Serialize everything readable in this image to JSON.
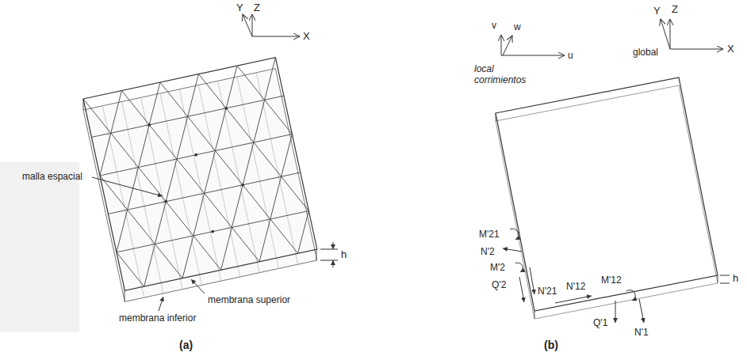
{
  "diagram": {
    "labels": [
      "Y",
      "Z",
      "X",
      "malla espacial",
      "h",
      "membrana superior",
      "membrana inferior",
      "(a)",
      "v",
      "w",
      "u",
      "local corrimientos",
      "Y",
      "Z",
      "global",
      "X",
      "h",
      "M'21",
      "N'2",
      "M'2",
      "Q'2",
      "N'21",
      "N'12",
      "M'12",
      "Q'1",
      "N'1",
      "(b)"
    ]
  }
}
